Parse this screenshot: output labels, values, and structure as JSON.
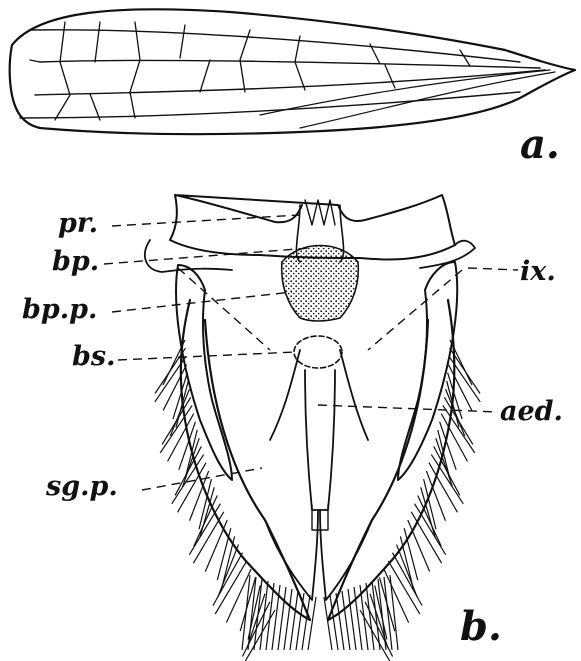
{
  "figure": {
    "panel_a_label": "a.",
    "panel_b_label": "b.",
    "labels": {
      "pr": "pr.",
      "bp": "bp.",
      "bpp": "bp.p.",
      "bs": "bs.",
      "sgp": "sg.p.",
      "ix": "ix.",
      "aed": "aed."
    }
  }
}
